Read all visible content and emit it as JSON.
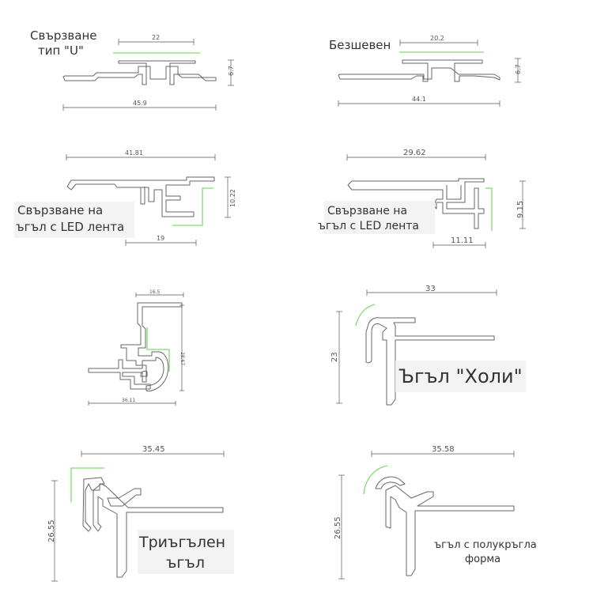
{
  "panels": {
    "u_joint": {
      "label_line1": "Свързване",
      "label_line2": "тип \"U\"",
      "dim_top": "22",
      "dim_bottom": "45.9",
      "dim_side": "6.7"
    },
    "seamless": {
      "label": "Безшевен",
      "dim_top": "20.2",
      "dim_bottom": "44.1",
      "dim_side": "6.7"
    },
    "corner_led_left": {
      "label_line1": "Свързване на",
      "label_line2": "ъгъл с LED лента",
      "dim_top": "41.81",
      "dim_bottom": "19",
      "dim_side": "10.22"
    },
    "corner_led_right": {
      "label_line1": "Свързване на",
      "label_line2": "ъгъл с LED лента",
      "dim_top": "29.62",
      "dim_bottom": "11.11",
      "dim_side": "9.15"
    },
    "small_profile": {
      "dim_top": "16.5",
      "dim_bottom": "36.11",
      "dim_side": "28.67"
    },
    "holi_corner": {
      "label": "Ъгъл \"Холи\"",
      "dim_top": "33",
      "dim_side": "23"
    },
    "triangle_corner": {
      "label_line1": "Триъгълен",
      "label_line2": "ъгъл",
      "dim_top": "35.45",
      "dim_side": "26.55"
    },
    "semicircle_corner": {
      "label_line1": "ъгъл с полукръгла",
      "label_line2": "форма",
      "dim_top": "35.58",
      "dim_side": "26.55"
    }
  }
}
